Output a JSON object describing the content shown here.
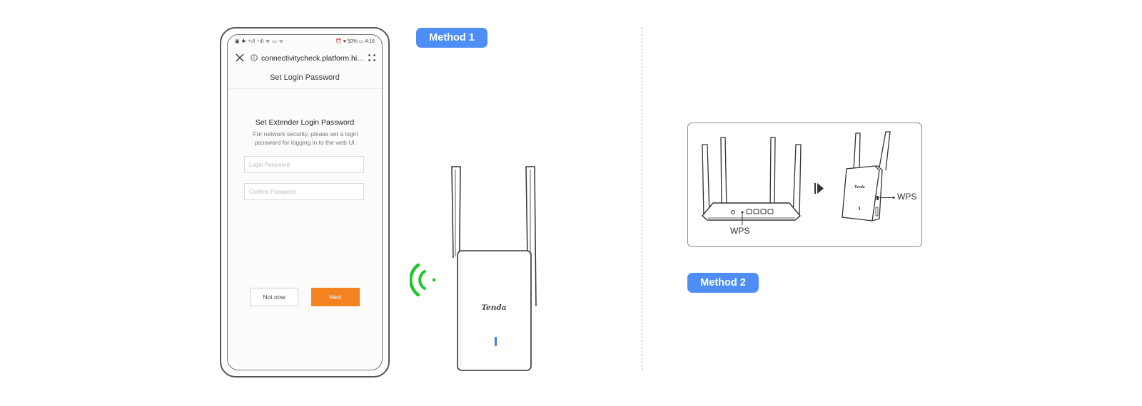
{
  "badges": {
    "method1": "Method 1",
    "method2": "Method 2"
  },
  "phone": {
    "status_left": "▣ ✱ ⁴ıll ⁴ıll ≋ ▭ ᯤ",
    "status_right": "⏰ ♥ 50% ▭ 4:16",
    "url": "connectivitycheck.platform.hi...",
    "page_title": "Set Login Password",
    "form_heading": "Set Extender Login Password",
    "form_description": "For network security, please set a login password for logging in to the web UI.",
    "login_password_placeholder": "Login Password",
    "confirm_password_placeholder": "Confirm Password",
    "not_now_label": "Not now",
    "next_label": "Next"
  },
  "extender": {
    "brand": "Tenda"
  },
  "method2": {
    "router_wps_label": "WPS",
    "extender_wps_label": "WPS",
    "extender_brand": "Tenda"
  },
  "colors": {
    "badge_blue": "#4f8ef7",
    "next_orange": "#f58220",
    "signal_green": "#1ec82a",
    "led_blue": "#3f7cf0"
  },
  "icons": {
    "close": "close-icon",
    "info": "info-icon",
    "more": "more-icon",
    "signal": "wifi-signal-icon",
    "arrow": "play-arrow-icon"
  }
}
